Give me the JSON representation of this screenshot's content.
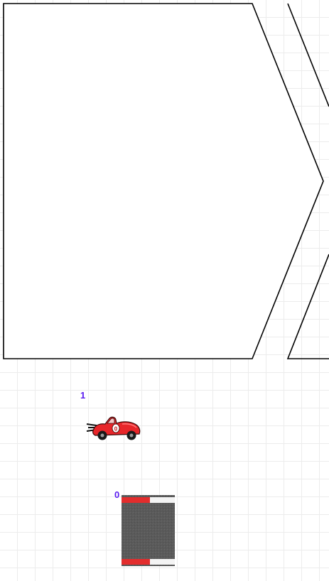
{
  "colors": {
    "label": "#5a1cf0",
    "shape_stroke": "#000000",
    "shape_fill": "#ffffff",
    "grid": "#ececec",
    "car_body": "#e8262a",
    "road_asphalt": "#5a5a5a",
    "road_stripe_red": "#e32d2d",
    "road_stripe_white": "#f4f4f4"
  },
  "stage": {
    "shapes": [
      {
        "name": "chevron-arrow-shape",
        "icon": "chevron-pentagon"
      },
      {
        "name": "chevron-shape-partial",
        "icon": "chevron-outline"
      }
    ],
    "sprites": [
      {
        "name": "race-car-sprite",
        "icon": "race-car-icon",
        "label": "1"
      },
      {
        "name": "road-tile-sprite",
        "icon": "road-tile-icon",
        "label": "0"
      }
    ]
  }
}
